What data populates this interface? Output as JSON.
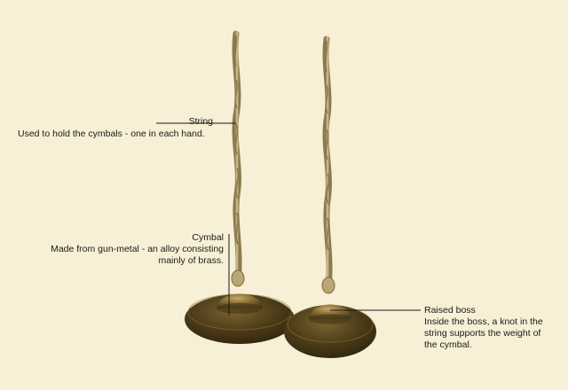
{
  "annotations": {
    "string": {
      "title": "String",
      "description": "Used to hold the cymbals - one in each hand."
    },
    "cymbal": {
      "title": "Cymbal",
      "description_line1": "Made from gun-metal - an alloy consisting",
      "description_line2": "mainly of brass."
    },
    "boss": {
      "title": "Raised boss",
      "description_line1": "Inside the boss, a knot in the",
      "description_line2": "string supports the weight of",
      "description_line3": "the cymbal."
    }
  },
  "colors": {
    "background": "#f7efd6",
    "rope": "#c9b98a",
    "rope_shadow": "#8c7a4e",
    "metal_dark": "#3b2e12",
    "metal_mid": "#6b5424",
    "metal_light": "#b89a52",
    "leader_line": "#1a1a1a"
  }
}
